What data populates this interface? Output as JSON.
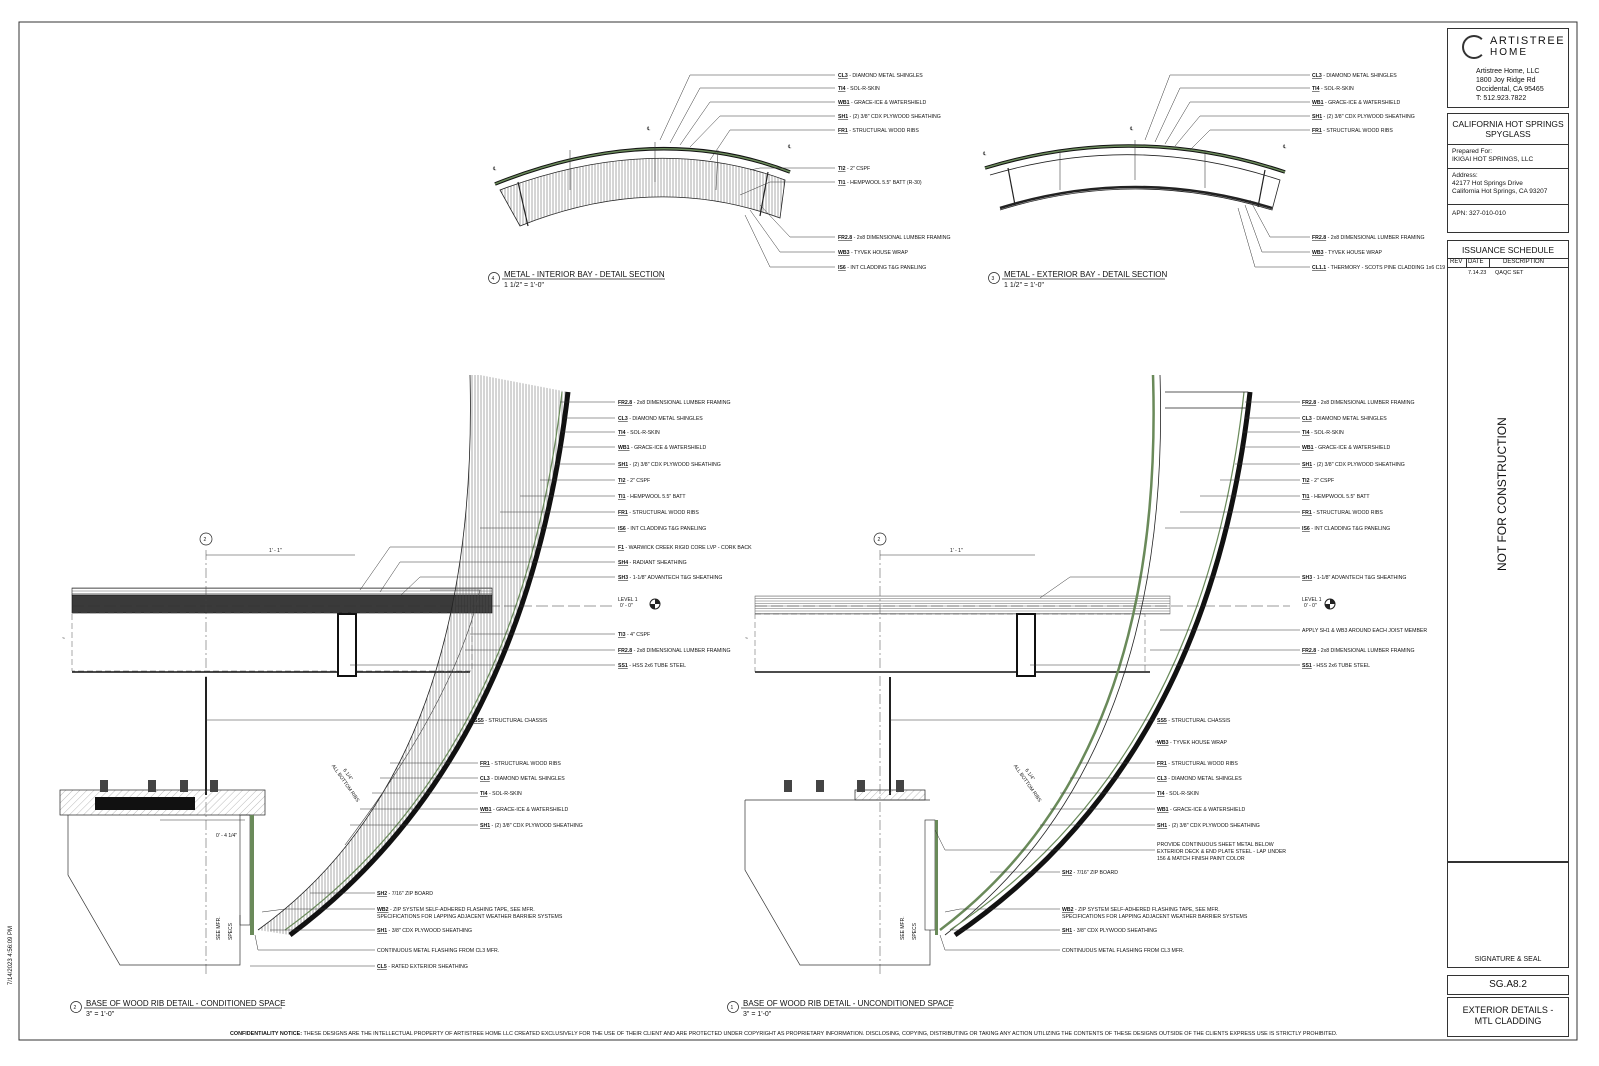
{
  "company": {
    "logo_text": "ARTISTREE",
    "logo_sub": "HOME",
    "name": "Artistree Home, LLC",
    "address1": "1800 Joy Ridge Rd",
    "address2": "Occidental, CA 95465",
    "phone": "T: 512.923.7822"
  },
  "project": {
    "title1": "CALIFORNIA HOT SPRINGS",
    "title2": "SPYGLASS",
    "prepared_label": "Prepared For:",
    "prepared_for": "IKIGAI HOT SPRINGS, LLC",
    "address_label": "Address:",
    "address1": "42177 Hot Springs Drive",
    "address2": "California Hot Springs, CA  93207",
    "apn": "APN: 327-010-010"
  },
  "issuance": {
    "title": "ISSUANCE SCHEDULE",
    "headers": [
      "REV",
      "DATE",
      "DESCRIPTION"
    ],
    "rows": [
      [
        "",
        "7.14.23",
        "QAQC SET"
      ]
    ]
  },
  "stamp": "NOT FOR CONSTRUCTION",
  "signature_label": "SIGNATURE & SEAL",
  "sheet_number": "SG.A8.2",
  "sheet_title1": "EXTERIOR DETAILS -",
  "sheet_title2": "MTL CLADDING",
  "plot_stamp": "7/14/2023 4:56:09 PM",
  "confidentiality_label": "CONFIDENTIALITY NOTICE:",
  "confidentiality_text": " THESE DESIGNS ARE THE INTELLECTUAL PROPERTY OF ARTISTREE HOME LLC CREATED EXCLUSIVELY FOR THE USE OF THEIR CLIENT AND ARE PROTECTED UNDER COPYRIGHT AS PROPRIETARY INFORMATION. DISCLOSING, COPYING, DISTRIBUTING OR TAKING ANY ACTION UTILIZING THE CONTENTS OF THESE DESIGNS OUTSIDE OF THE CLIENTS EXPRESS USE IS STRICTLY PROHIBITED.",
  "details": {
    "d4": {
      "num": "4",
      "title": "METAL - INTERIOR BAY - DETAIL SECTION",
      "scale": "1 1/2\" = 1'-0\"",
      "callouts": [
        [
          "CL3",
          " - DIAMOND METAL SHINGLES"
        ],
        [
          "TI4",
          " - SOL-R-SKIN"
        ],
        [
          "WB1",
          " - GRACE-ICE & WATERSHIELD"
        ],
        [
          "SH1",
          " - (2) 3/8\" CDX PLYWOOD SHEATHING"
        ],
        [
          "FR1",
          " - STRUCTURAL WOOD RIBS"
        ],
        [
          "TI2",
          " - 2\" CSPF"
        ],
        [
          "TI1",
          " - HEMPWOOL 5.5\" BATT (R-30)"
        ],
        [
          "FR2.8",
          " - 2x8 DIMENSIONAL LUMBER FRAMING"
        ],
        [
          "WB3",
          " - TYVEK HOUSE WRAP"
        ],
        [
          "IS6",
          " - INT CLADDING T&G PANELING"
        ]
      ]
    },
    "d3": {
      "num": "3",
      "title": "METAL - EXTERIOR BAY - DETAIL SECTION",
      "scale": "1 1/2\" = 1'-0\"",
      "callouts": [
        [
          "CL3",
          " - DIAMOND METAL SHINGLES"
        ],
        [
          "TI4",
          " - SOL-R-SKIN"
        ],
        [
          "WB1",
          " - GRACE-ICE & WATERSHIELD"
        ],
        [
          "SH1",
          " - (2) 3/8\" CDX PLYWOOD SHEATHING"
        ],
        [
          "FR1",
          " - STRUCTURAL WOOD RIBS"
        ],
        [
          "FR2.8",
          " - 2x8 DIMENSIONAL LUMBER FRAMING"
        ],
        [
          "WB3",
          " - TYVEK HOUSE WRAP"
        ],
        [
          "CL1.1",
          " - THERMORY - SCOTS PINE CLADDING 1x6 C19"
        ]
      ]
    },
    "d2": {
      "num": "2",
      "title": "BASE OF WOOD RIB DETAIL - CONDITIONED SPACE",
      "scale": "3\" = 1'-0\"",
      "grid": "2",
      "dim_top": "1' - 1\"",
      "dim_side": "0' - 4 1/4\"",
      "dim_rib": "6 1/4\"",
      "rib_note": "ALL BOTTOM RIBS",
      "level_name": "LEVEL 1",
      "level_elev": "0' - 0\"",
      "specs": "SEE MFR.",
      "specs2": "SPECS",
      "callouts_upper": [
        [
          "FR2.8",
          " - 2x8 DIMENSIONAL LUMBER FRAMING"
        ],
        [
          "CL3",
          " - DIAMOND METAL SHINGLES"
        ],
        [
          "TI4",
          " - SOL-R-SKIN"
        ],
        [
          "WB1",
          " - GRACE-ICE & WATERSHIELD"
        ],
        [
          "SH1",
          " - (2) 3/8\" CDX PLYWOOD SHEATHING"
        ],
        [
          "TI2",
          " - 2\" CSPF"
        ],
        [
          "TI1",
          " - HEMPWOOL 5.5\" BATT"
        ],
        [
          "FR1",
          " - STRUCTURAL WOOD RIBS"
        ],
        [
          "IS6",
          " - INT CLADDING T&G PANELING"
        ],
        [
          "F1",
          " - WARWICK CREEK RIGID CORE LVP - CORK BACK"
        ],
        [
          "SH4",
          " - RADIANT SHEATHING"
        ],
        [
          "SH3",
          " - 1-1/8\" ADVANTECH T&G SHEATHING"
        ]
      ],
      "callouts_mid": [
        [
          "TI3",
          " - 4\" CSPF"
        ],
        [
          "FR2.8",
          " - 2x8 DIMENSIONAL LUMBER FRAMING"
        ],
        [
          "SS1",
          " - HSS 2x6 TUBE STEEL"
        ]
      ],
      "callouts_lower": [
        [
          "SS5",
          " - STRUCTURAL CHASSIS"
        ],
        [
          "FR1",
          " - STRUCTURAL WOOD RIBS"
        ],
        [
          "CL3",
          " - DIAMOND METAL SHINGLES"
        ],
        [
          "TI4",
          " - SOL-R-SKIN"
        ],
        [
          "WB1",
          " - GRACE-ICE & WATERSHIELD"
        ],
        [
          "SH1",
          " - (2) 3/8\" CDX PLYWOOD SHEATHING"
        ]
      ],
      "callouts_base": [
        [
          "SH2",
          " - 7/16\" ZIP BOARD"
        ],
        [
          "WB2",
          " - ZIP SYSTEM SELF-ADHERED FLASHING TAPE, SEE MFR."
        ],
        [
          "",
          "SPECIFICATIONS FOR LAPPING ADJACENT WEATHER BARRIER SYSTEMS"
        ],
        [
          "SH1",
          " - 3/8\" CDX PLYWOOD SHEATHING"
        ],
        [
          "",
          "CONTINUOUS METAL FLASHING FROM CL3 MFR."
        ],
        [
          "CL5",
          " - RATED EXTERIOR SHEATHING"
        ]
      ]
    },
    "d1": {
      "num": "1",
      "title": "BASE OF WOOD RIB DETAIL - UNCONDITIONED SPACE",
      "scale": "3\" = 1'-0\"",
      "grid": "2",
      "dim_top": "1' - 1\"",
      "dim_rib": "6 1/4\"",
      "rib_note": "ALL BOTTOM RIBS",
      "level_name": "LEVEL 1",
      "level_elev": "0' - 0\"",
      "specs": "SEE MFR.",
      "specs2": "SPECS",
      "callouts_upper": [
        [
          "FR2.8",
          " - 2x8 DIMENSIONAL LUMBER FRAMING"
        ],
        [
          "CL3",
          " - DIAMOND METAL SHINGLES"
        ],
        [
          "TI4",
          " - SOL-R-SKIN"
        ],
        [
          "WB1",
          " - GRACE-ICE & WATERSHIELD"
        ],
        [
          "SH1",
          " - (2) 3/8\" CDX PLYWOOD SHEATHING"
        ],
        [
          "TI2",
          " - 2\" CSPF"
        ],
        [
          "TI1",
          " - HEMPWOOL 5.5\" BATT"
        ],
        [
          "FR1",
          " - STRUCTURAL WOOD RIBS"
        ],
        [
          "IS6",
          " - INT CLADDING T&G PANELING"
        ],
        [
          "SH3",
          " - 1-1/8\" ADVANTECH T&G SHEATHING"
        ]
      ],
      "callouts_mid": [
        [
          "",
          "APPLY SH1 & WB3 AROUND EACH JOIST MEMBER"
        ],
        [
          "FR2.8",
          " - 2x8 DIMENSIONAL LUMBER FRAMING"
        ],
        [
          "SS1",
          " - HSS 2x6 TUBE STEEL"
        ]
      ],
      "callouts_lower": [
        [
          "SS5",
          " - STRUCTURAL CHASSIS"
        ],
        [
          "WB3",
          " - TYVEK HOUSE WRAP"
        ],
        [
          "FR1",
          " - STRUCTURAL WOOD RIBS"
        ],
        [
          "CL3",
          " - DIAMOND METAL SHINGLES"
        ],
        [
          "TI4",
          " - SOL-R-SKIN"
        ],
        [
          "WB1",
          " - GRACE-ICE & WATERSHIELD"
        ],
        [
          "SH1",
          " - (2) 3/8\" CDX PLYWOOD SHEATHING"
        ],
        [
          "",
          "PROVIDE CONTINUOUS SHEET METAL BELOW"
        ],
        [
          "",
          "EXTERIOR DECK & END PLATE STEEL - LAP UNDER"
        ],
        [
          "",
          "156 & MATCH FINISH PAINT COLOR"
        ]
      ],
      "callouts_base": [
        [
          "SH2",
          " - 7/16\" ZIP BOARD"
        ],
        [
          "WB2",
          " - ZIP SYSTEM SELF-ADHERED FLASHING TAPE, SEE MFR."
        ],
        [
          "",
          "SPECIFICATIONS FOR LAPPING ADJACENT WEATHER BARRIER SYSTEMS"
        ],
        [
          "SH1",
          " - 3/8\" CDX PLYWOOD SHEATHING"
        ],
        [
          "",
          "CONTINUOUS METAL FLASHING FROM CL3 MFR."
        ]
      ]
    }
  }
}
